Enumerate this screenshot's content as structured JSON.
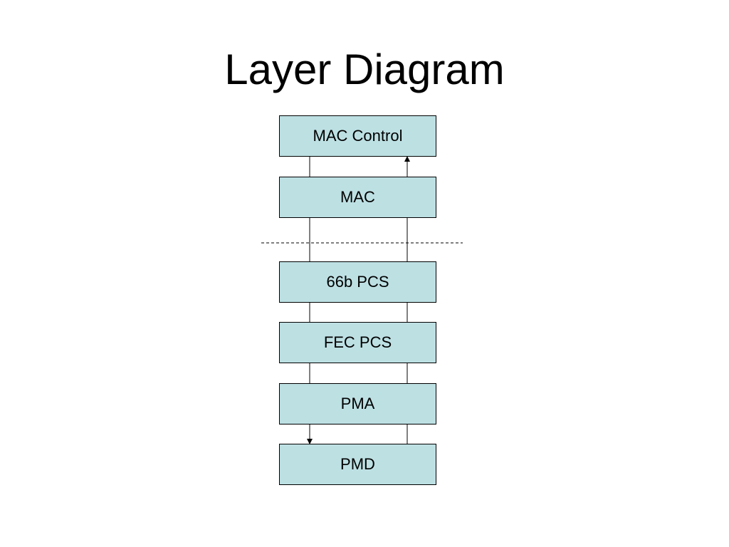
{
  "slide": {
    "title": "Layer Diagram"
  },
  "layers": [
    {
      "label": "MAC Control"
    },
    {
      "label": "MAC"
    },
    {
      "label": "66b PCS"
    },
    {
      "label": "FEC PCS"
    },
    {
      "label": "PMA"
    },
    {
      "label": "PMD"
    }
  ],
  "colors": {
    "box_fill": "#bde0e3",
    "box_border": "#000000",
    "line": "#000000"
  }
}
